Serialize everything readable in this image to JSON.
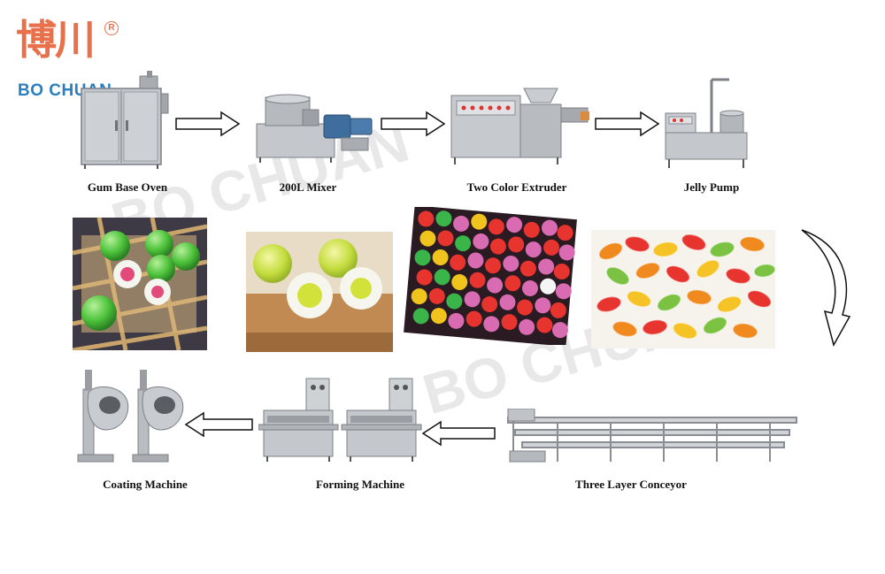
{
  "logo": {
    "cn": "博川",
    "en": "BO CHUAN",
    "registered": "R"
  },
  "watermark": [
    "BO CHUAN",
    "BO CHUAN"
  ],
  "machines": [
    {
      "label": "Gum Base Oven",
      "icon": "oven-icon"
    },
    {
      "label": "200L Mixer",
      "icon": "mixer-icon"
    },
    {
      "label": "Two Color Extruder",
      "icon": "extruder-icon"
    },
    {
      "label": "Jelly Pump",
      "icon": "pump-icon"
    },
    {
      "label": "Three Layer Conceyor",
      "icon": "conveyor-icon"
    },
    {
      "label": "Forming Machine",
      "icon": "forming-machine-icon"
    },
    {
      "label": "Coating Machine",
      "icon": "coating-machine-icon"
    }
  ],
  "photos": [
    {
      "name": "green-gum-balls-photo"
    },
    {
      "name": "filled-gum-balls-photo"
    },
    {
      "name": "colorful-gum-balls-photo"
    },
    {
      "name": "oval-colored-gum-photo"
    }
  ],
  "colors": {
    "logo_red": "#e8704a",
    "logo_blue": "#2a7fc1",
    "machine_gray": "#b9bcc0",
    "watermark": "#969696"
  }
}
